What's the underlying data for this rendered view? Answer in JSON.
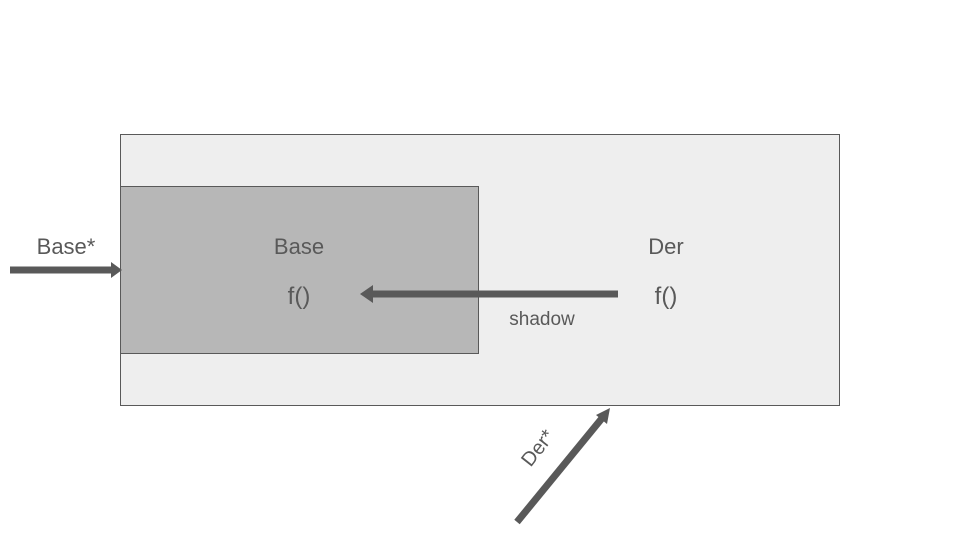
{
  "colors": {
    "background": "#ffffff",
    "outer_box_fill": "#eeeeee",
    "outer_box_stroke": "#595959",
    "base_box_fill": "#b7b7b7",
    "base_box_stroke": "#595959",
    "arrow": "#595959",
    "text": "#595959"
  },
  "base_box": {
    "title": "Base",
    "method": "f()"
  },
  "derived_box": {
    "title": "Der",
    "method": "f()"
  },
  "shadow_arrow": {
    "label": "shadow"
  },
  "base_pointer": {
    "label": "Base*"
  },
  "derived_pointer": {
    "label": "Der*"
  }
}
